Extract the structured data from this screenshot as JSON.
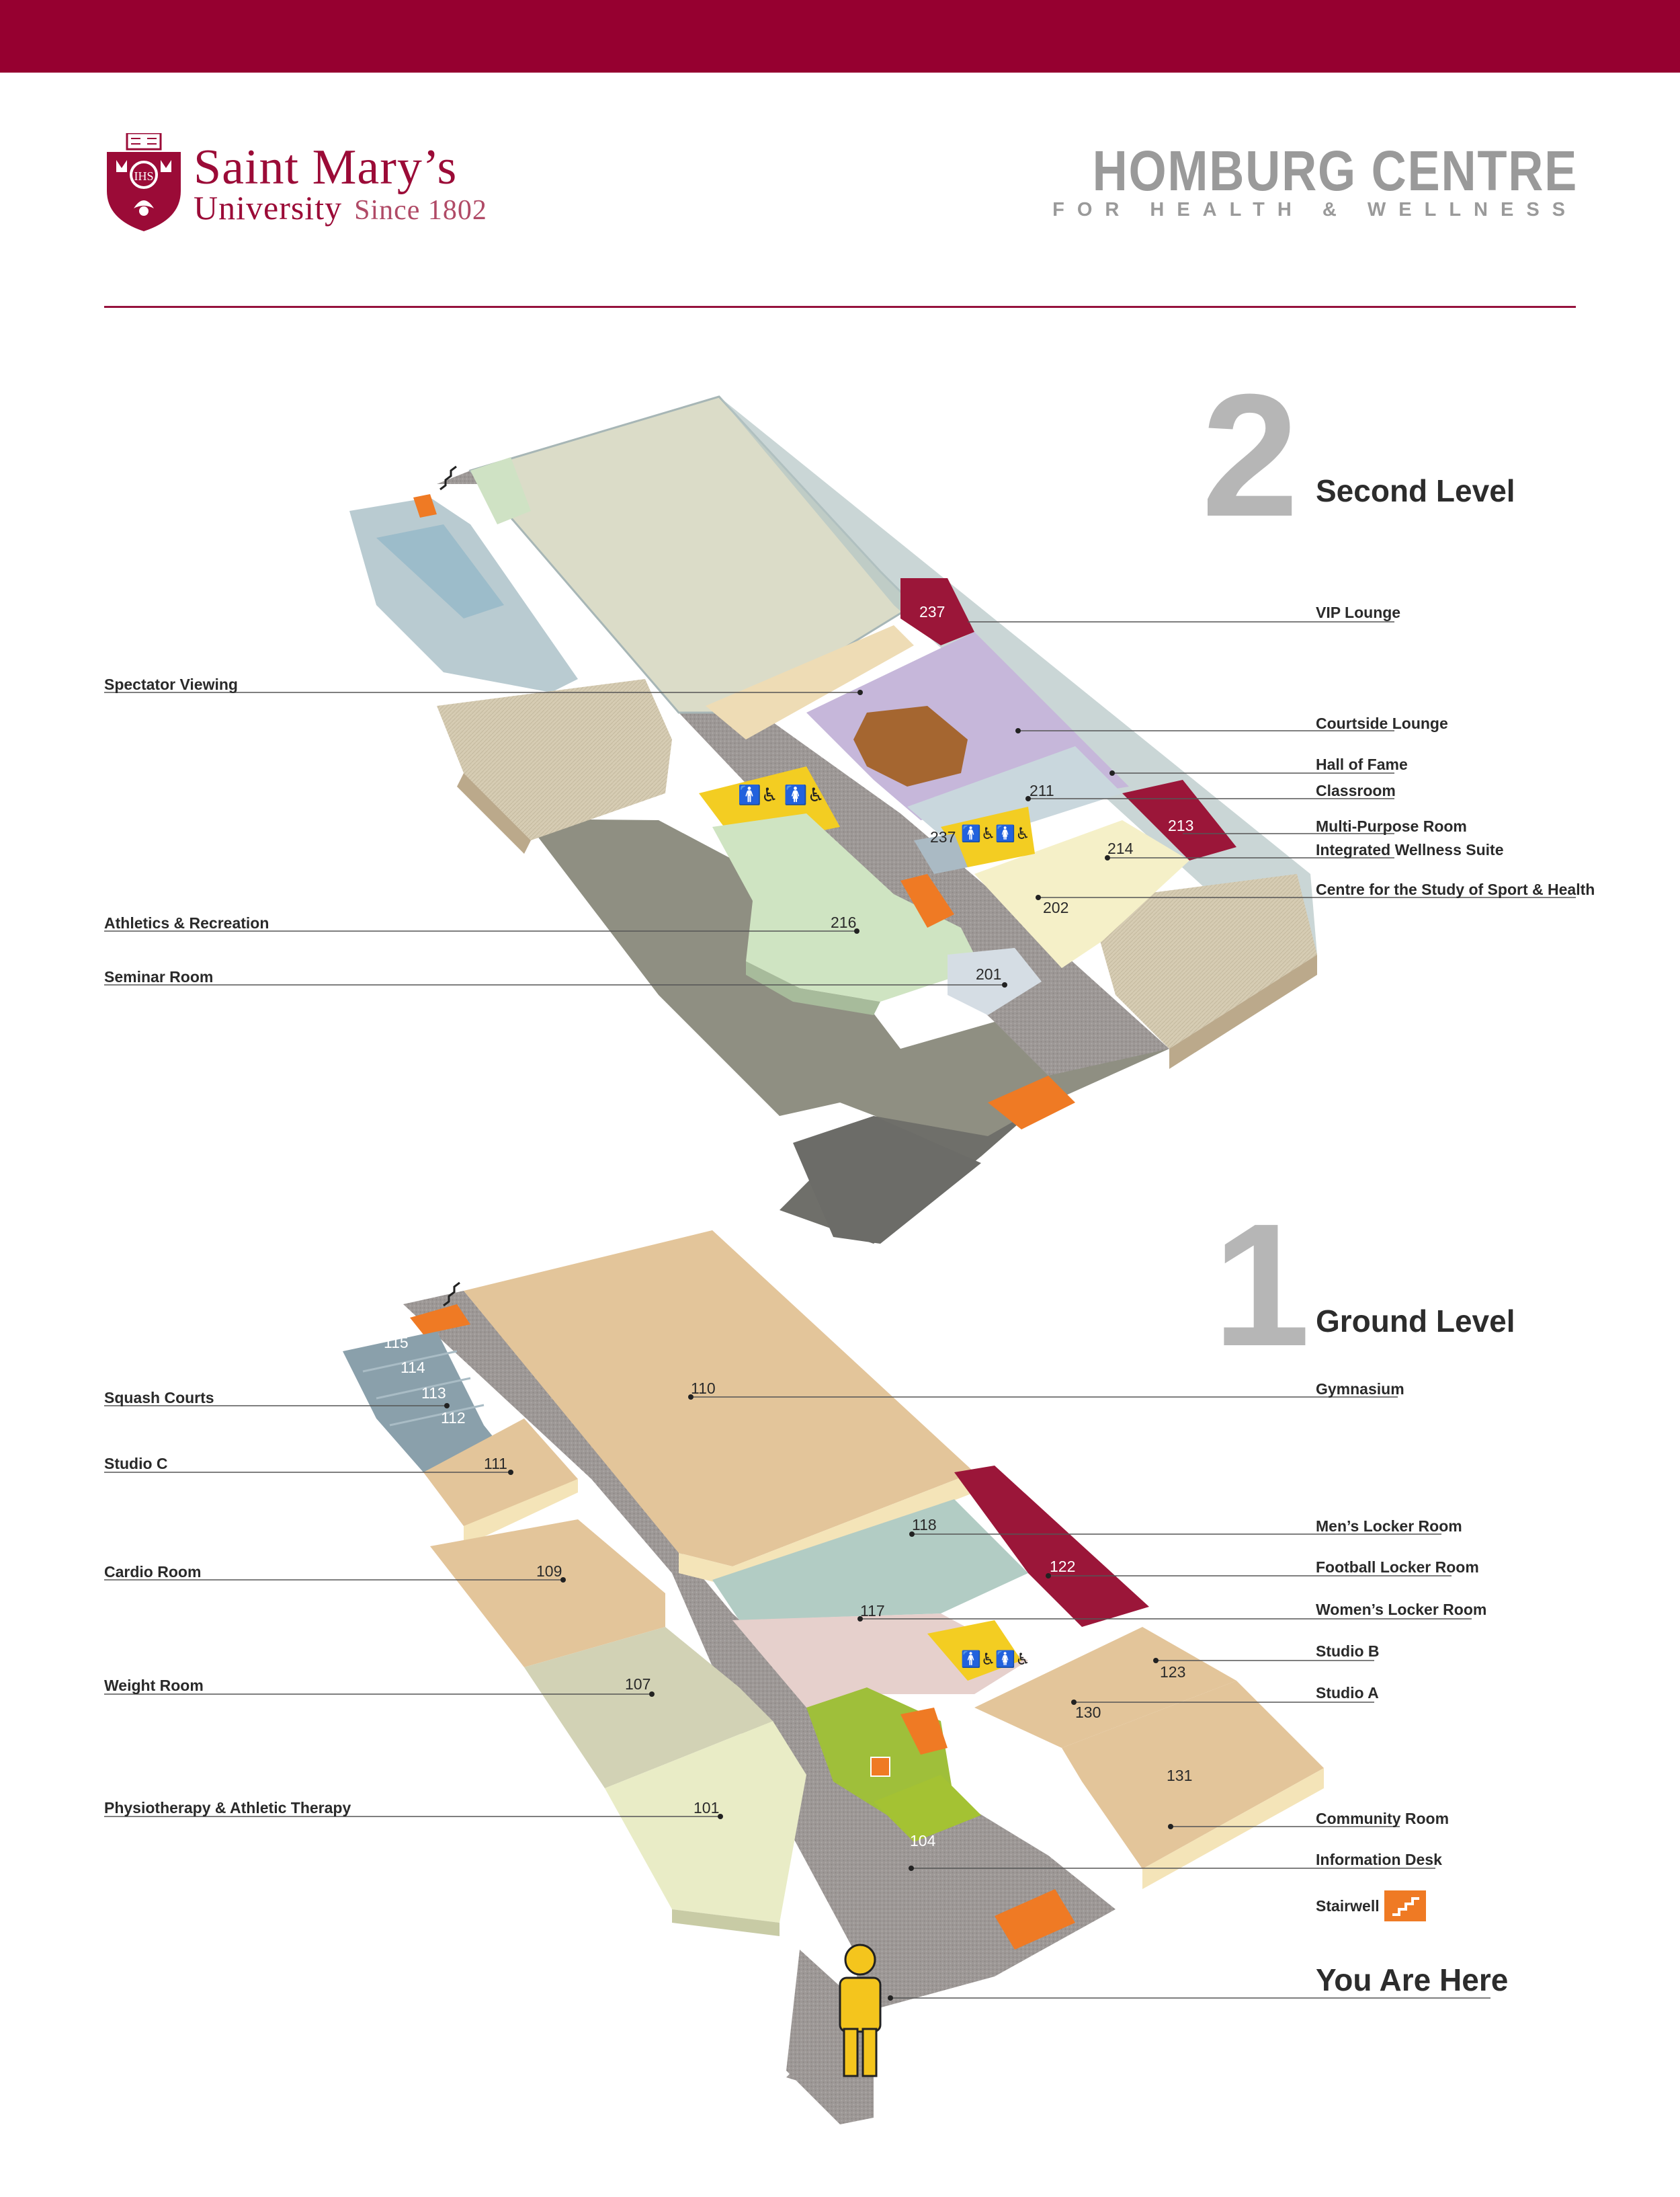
{
  "header": {
    "university_line1": "Saint Mary’s",
    "university_line2": "University",
    "university_since": "Since 1802",
    "crest_letters": "IHS",
    "centre_title": "HOMBURG CENTRE",
    "centre_subtitle": "FOR HEALTH & WELLNESS"
  },
  "colors": {
    "brand": "#960030",
    "corridor": "#9a9593",
    "gymnasium": "#e3c59a",
    "squash": "#8aa0ab",
    "stairwell": "#ef7a24",
    "washroom": "#f3cd22"
  },
  "level2": {
    "number": "2",
    "title": "Second Level",
    "callouts": [
      {
        "label": "VIP Lounge",
        "room": "237"
      },
      {
        "label": "Spectator Viewing",
        "room": ""
      },
      {
        "label": "Courtside Lounge",
        "room": ""
      },
      {
        "label": "Hall of Fame",
        "room": ""
      },
      {
        "label": "Classroom",
        "room": "211"
      },
      {
        "label": "Multi-Purpose Room",
        "room": "213"
      },
      {
        "label": "Integrated Wellness Suite",
        "room": "214"
      },
      {
        "label": "Centre for the Study of Sport & Health",
        "room": "202"
      },
      {
        "label": "Athletics & Recreation",
        "room": "216"
      },
      {
        "label": "Seminar Room",
        "room": "201"
      }
    ],
    "rooms": [
      "237",
      "211",
      "213",
      "214",
      "202",
      "216",
      "201",
      "237"
    ]
  },
  "level1": {
    "number": "1",
    "title": "Ground Level",
    "callouts": [
      {
        "label": "Squash Courts",
        "room": "113"
      },
      {
        "label": "Studio C",
        "room": "111"
      },
      {
        "label": "Cardio Room",
        "room": "109"
      },
      {
        "label": "Weight Room",
        "room": "107"
      },
      {
        "label": "Physiotherapy & Athletic Therapy",
        "room": "101"
      },
      {
        "label": "Gymnasium",
        "room": "110"
      },
      {
        "label": "Men’s Locker Room",
        "room": "118"
      },
      {
        "label": "Football Locker Room",
        "room": "122"
      },
      {
        "label": "Women’s Locker Room",
        "room": "117"
      },
      {
        "label": "Studio B",
        "room": "123"
      },
      {
        "label": "Studio A",
        "room": "130"
      },
      {
        "label": "Community Room",
        "room": "131"
      },
      {
        "label": "Information Desk",
        "room": "104"
      }
    ],
    "rooms": [
      "115",
      "114",
      "113",
      "112",
      "111",
      "110",
      "109",
      "107",
      "101",
      "118",
      "122",
      "117",
      "123",
      "130",
      "131",
      "104"
    ]
  },
  "legend": {
    "stairwell": "Stairwell",
    "you_are_here": "You Are Here"
  }
}
